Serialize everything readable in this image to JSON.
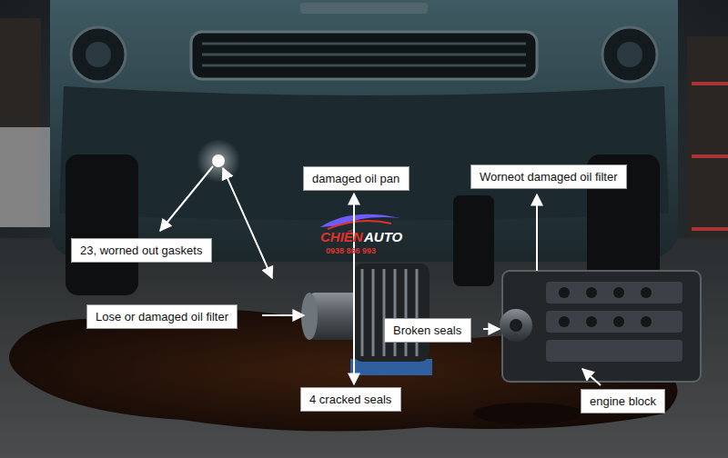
{
  "diagram": {
    "nodes": [
      {
        "text": [
          "damaged oil pan"
        ]
      },
      {
        "text": [
          "Worneot damaged oil filter"
        ]
      },
      {
        "text": [
          "23, worned out gaskets"
        ]
      },
      {
        "text": [
          "Lose or damaged oil filter"
        ]
      },
      {
        "text": [
          "Broken seals"
        ]
      },
      {
        "text": [
          "4 cracked seals"
        ]
      },
      {
        "text": [
          "engine block"
        ]
      }
    ],
    "edges": [
      {
        "from": 0,
        "to": 5,
        "arrow": "both"
      }
    ],
    "labels": [
      "CHIẾN",
      "AUTO",
      "0938 866 993"
    ]
  }
}
